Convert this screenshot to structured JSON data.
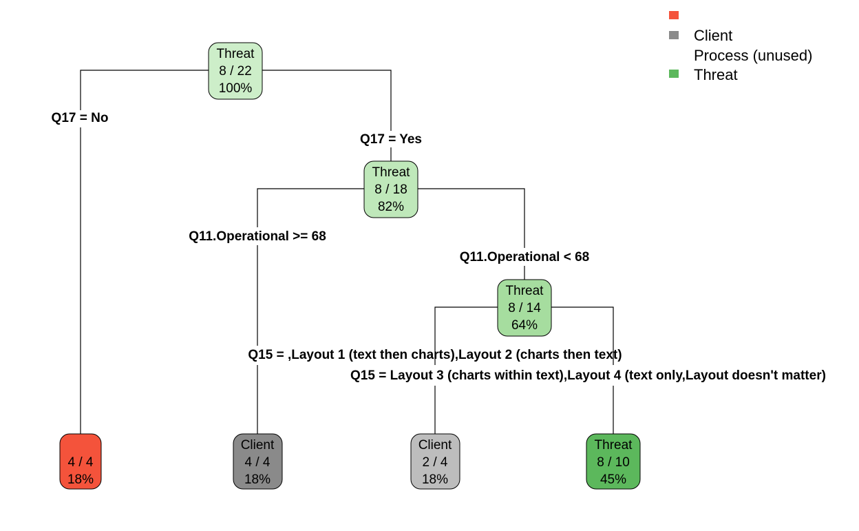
{
  "legend": [
    {
      "label": "",
      "color": "#f4533b"
    },
    {
      "label": "Client",
      "color": "#8a8a8a"
    },
    {
      "label": "Process (unused)",
      "color": null
    },
    {
      "label": "Threat",
      "color": "#5cb85c"
    }
  ],
  "nodes": [
    {
      "id": "root",
      "lines": [
        "Threat",
        "8 / 22",
        "100%"
      ],
      "fill": "#cdeec9"
    },
    {
      "id": "n-yes",
      "lines": [
        "Threat",
        "8 / 18",
        "82%"
      ],
      "fill": "#bfe8ba"
    },
    {
      "id": "n-op-lt",
      "lines": [
        "Threat",
        "8 / 14",
        "64%"
      ],
      "fill": "#a6dd9f"
    },
    {
      "id": "leaf-1",
      "lines": [
        "",
        "4 / 4",
        "18%"
      ],
      "fill": "#f4533b"
    },
    {
      "id": "leaf-2",
      "lines": [
        "Client",
        "4 / 4",
        "18%"
      ],
      "fill": "#8a8a8a"
    },
    {
      "id": "leaf-3",
      "lines": [
        "Client",
        "2 / 4",
        "18%"
      ],
      "fill": "#bdbdbd"
    },
    {
      "id": "leaf-4",
      "lines": [
        "Threat",
        "8 / 10",
        "45%"
      ],
      "fill": "#5cb85c"
    }
  ],
  "splits": {
    "q17_no": "Q17 = No",
    "q17_yes": "Q17 = Yes",
    "q11_ge": "Q11.Operational >= 68",
    "q11_lt": "Q11.Operational < 68",
    "q15_a": "Q15 = ,Layout 1 (text then charts),Layout 2 (charts then text)",
    "q15_b": "Q15 = Layout 3 (charts within text),Layout 4 (text only,Layout doesn't matter)"
  }
}
